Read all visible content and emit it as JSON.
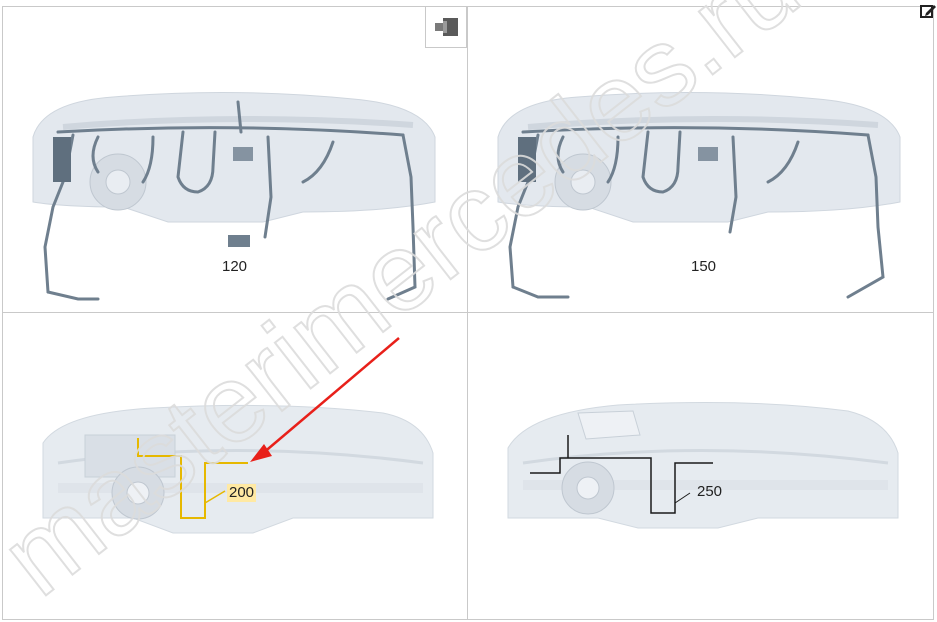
{
  "figures": [
    {
      "id": "fig-120",
      "callout": "120"
    },
    {
      "id": "fig-150",
      "callout": "150"
    },
    {
      "id": "fig-200",
      "callout": "200"
    },
    {
      "id": "fig-250",
      "callout": "250"
    }
  ],
  "watermark": {
    "text": "masterimercedes.ru"
  },
  "icons": {
    "view_toggle": "connector-plug-icon",
    "edit": "pencil-edit-icon",
    "arrow": "red-arrow-icon"
  },
  "colors": {
    "highlight_line": "#e6b800",
    "highlight_bg": "#ffe9a3",
    "arrow": "#e8201a",
    "wire": "#6f7f8e",
    "dash": "#dfe4ea",
    "border": "#c9c9c9"
  }
}
